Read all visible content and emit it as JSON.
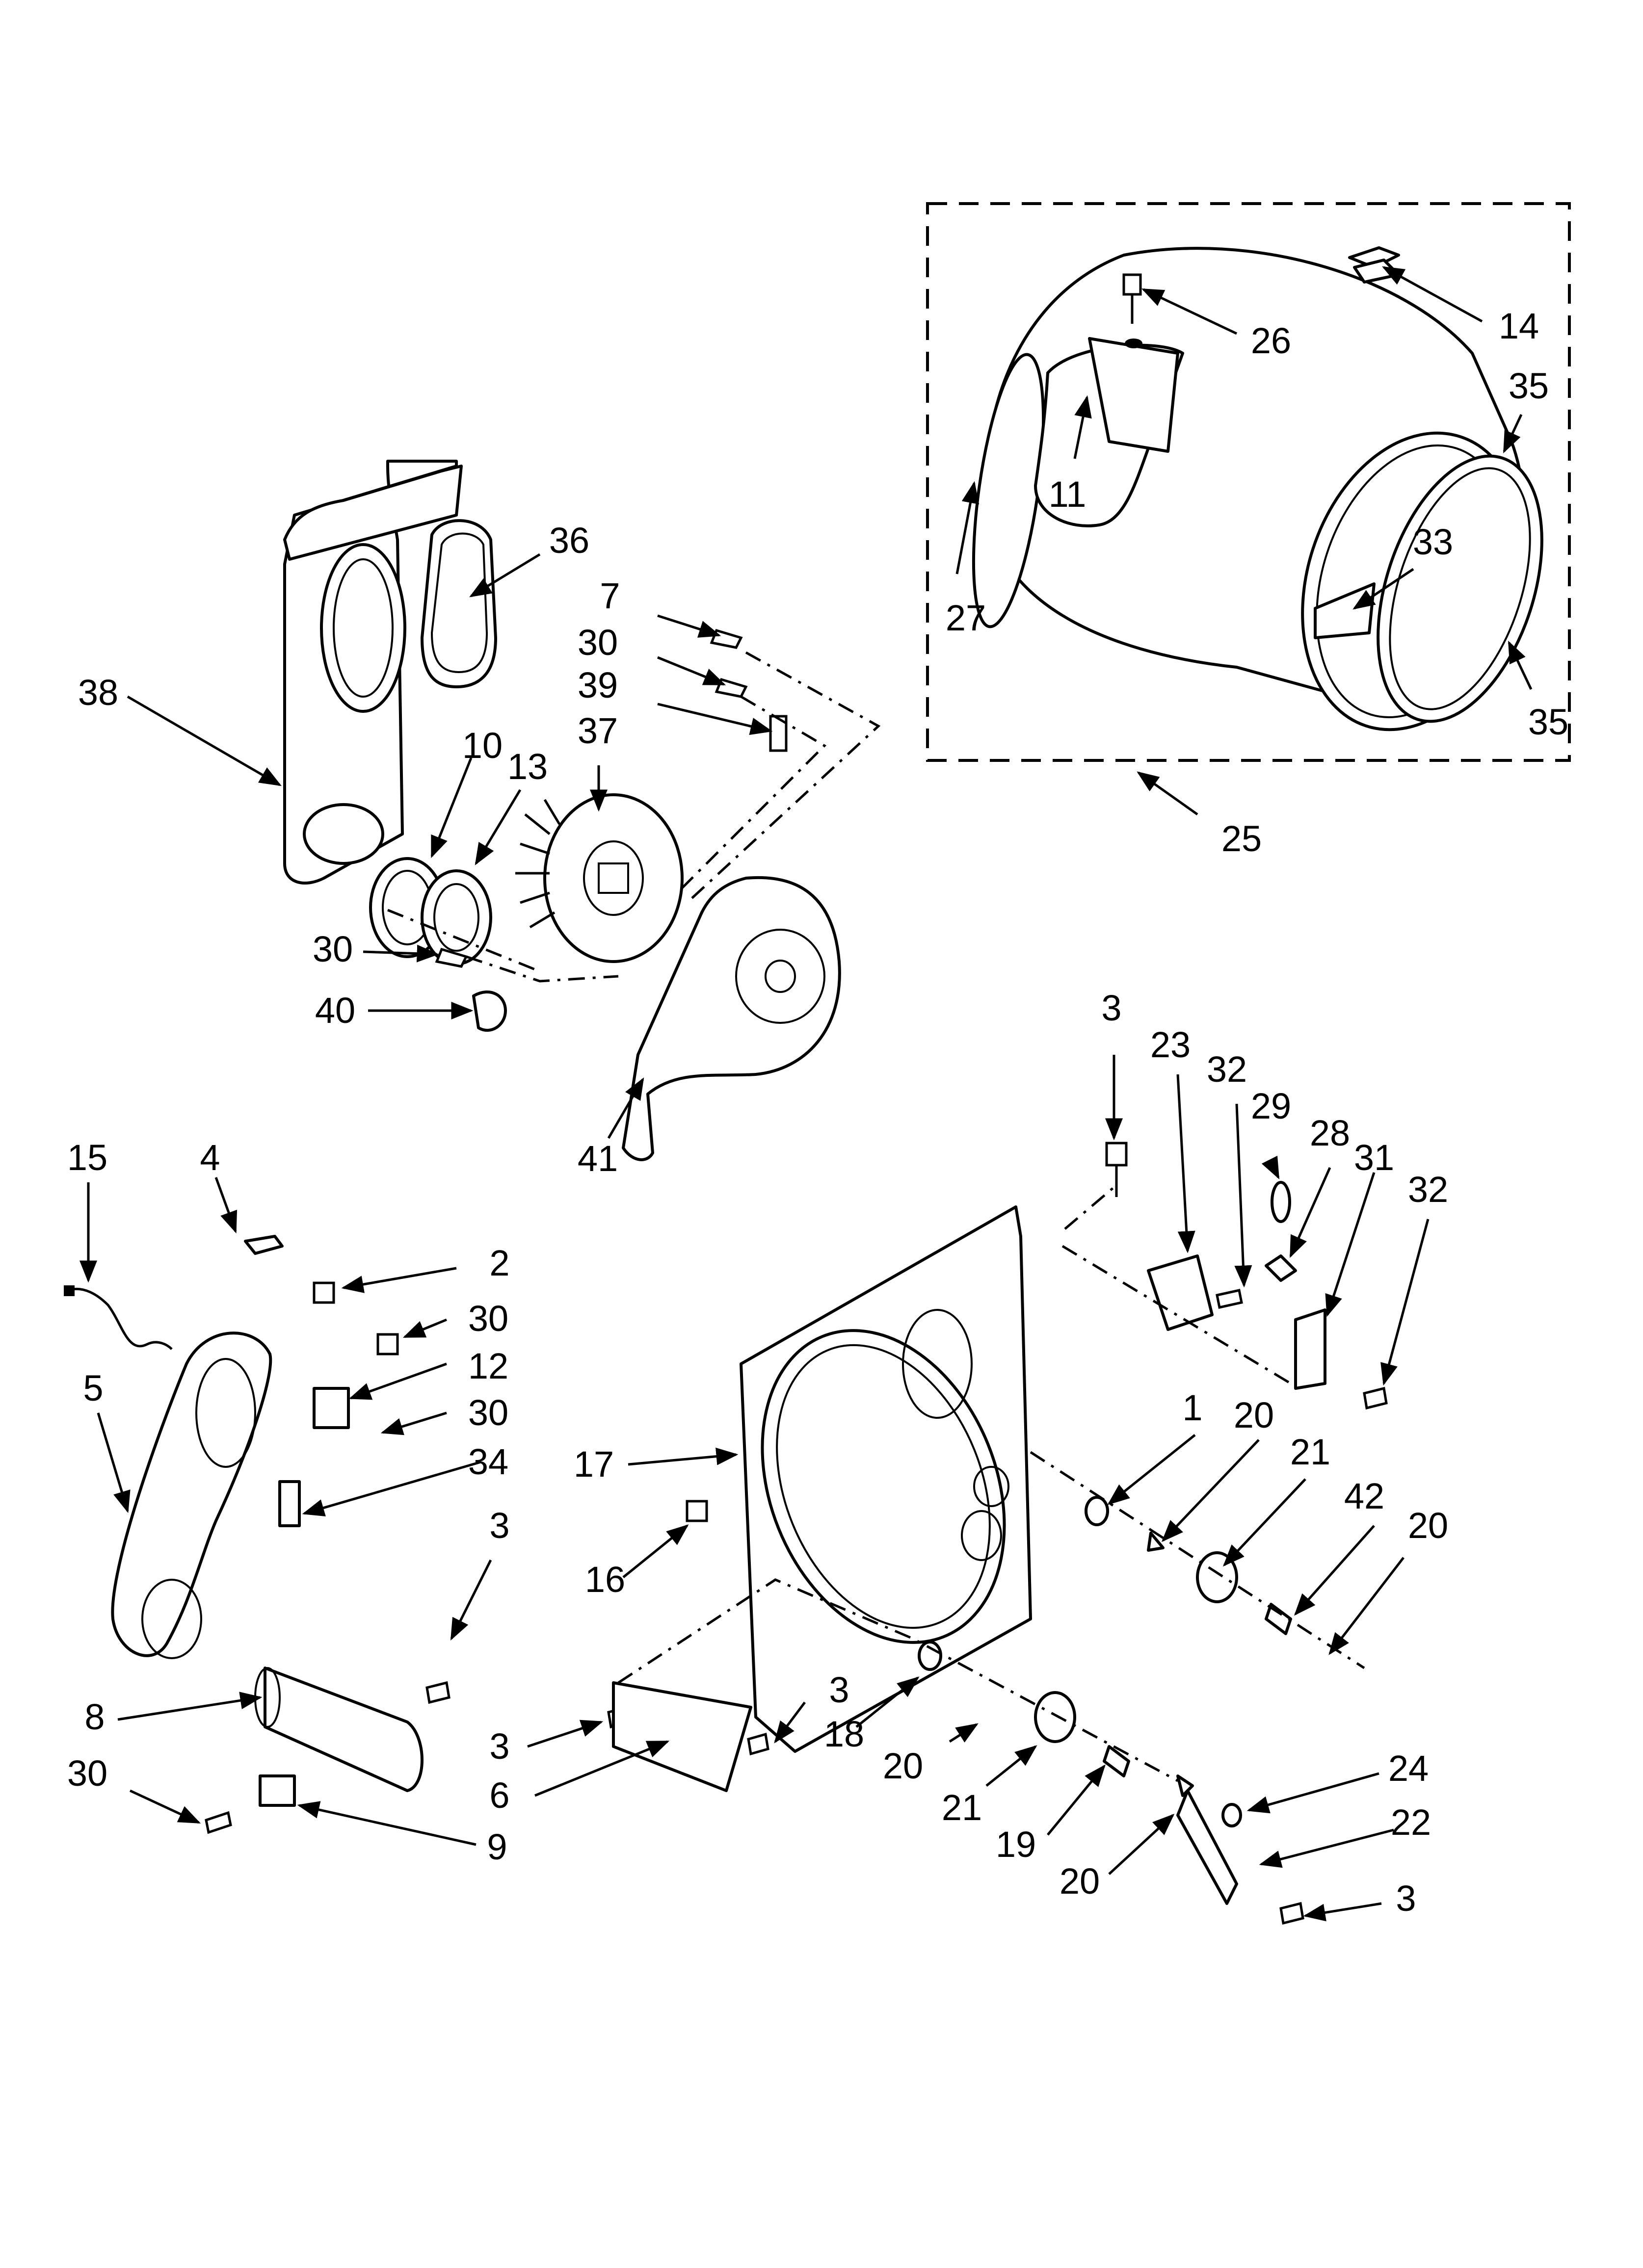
{
  "diagram": {
    "callouts": [
      {
        "id": "36",
        "text": "36"
      },
      {
        "id": "7",
        "text": "7"
      },
      {
        "id": "30a",
        "text": "30"
      },
      {
        "id": "39",
        "text": "39"
      },
      {
        "id": "37",
        "text": "37"
      },
      {
        "id": "38",
        "text": "38"
      },
      {
        "id": "10",
        "text": "10"
      },
      {
        "id": "13",
        "text": "13"
      },
      {
        "id": "30b",
        "text": "30"
      },
      {
        "id": "40",
        "text": "40"
      },
      {
        "id": "41",
        "text": "41"
      },
      {
        "id": "26",
        "text": "26"
      },
      {
        "id": "14",
        "text": "14"
      },
      {
        "id": "35a",
        "text": "35"
      },
      {
        "id": "11",
        "text": "11"
      },
      {
        "id": "33",
        "text": "33"
      },
      {
        "id": "27",
        "text": "27"
      },
      {
        "id": "35b",
        "text": "35"
      },
      {
        "id": "25",
        "text": "25"
      },
      {
        "id": "15",
        "text": "15"
      },
      {
        "id": "4",
        "text": "4"
      },
      {
        "id": "2",
        "text": "2"
      },
      {
        "id": "30c",
        "text": "30"
      },
      {
        "id": "12",
        "text": "12"
      },
      {
        "id": "5",
        "text": "5"
      },
      {
        "id": "30d",
        "text": "30"
      },
      {
        "id": "34",
        "text": "34"
      },
      {
        "id": "3a",
        "text": "3"
      },
      {
        "id": "8",
        "text": "8"
      },
      {
        "id": "30e",
        "text": "30"
      },
      {
        "id": "9",
        "text": "9"
      },
      {
        "id": "3b",
        "text": "3"
      },
      {
        "id": "6",
        "text": "6"
      },
      {
        "id": "3c",
        "text": "3"
      },
      {
        "id": "17",
        "text": "17"
      },
      {
        "id": "16",
        "text": "16"
      },
      {
        "id": "18",
        "text": "18"
      },
      {
        "id": "20a",
        "text": "20"
      },
      {
        "id": "21a",
        "text": "21"
      },
      {
        "id": "19",
        "text": "19"
      },
      {
        "id": "20b",
        "text": "20"
      },
      {
        "id": "3d",
        "text": "3"
      },
      {
        "id": "23",
        "text": "23"
      },
      {
        "id": "32a",
        "text": "32"
      },
      {
        "id": "29",
        "text": "29"
      },
      {
        "id": "28",
        "text": "28"
      },
      {
        "id": "31",
        "text": "31"
      },
      {
        "id": "32b",
        "text": "32"
      },
      {
        "id": "1",
        "text": "1"
      },
      {
        "id": "20c",
        "text": "20"
      },
      {
        "id": "21b",
        "text": "21"
      },
      {
        "id": "42",
        "text": "42"
      },
      {
        "id": "20d",
        "text": "20"
      },
      {
        "id": "24",
        "text": "24"
      },
      {
        "id": "22",
        "text": "22"
      },
      {
        "id": "3e",
        "text": "3"
      }
    ]
  }
}
